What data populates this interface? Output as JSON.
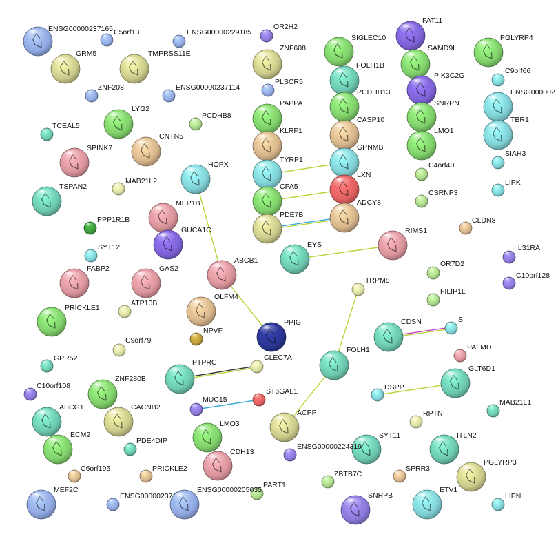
{
  "colors": {
    "green": "#7fcf6a",
    "olive": "#c9c98a",
    "tan": "#d6b48a",
    "cyan": "#7fd0d4",
    "blue": "#8fa7e0",
    "purple": "#8a78d8",
    "pink": "#d9939a",
    "red": "#e0605f",
    "darkblue": "#2a3590",
    "darkgreen": "#3c9a3a",
    "gold": "#b89a3a",
    "teal": "#6cc7ae",
    "lightgreen": "#a9d88a",
    "lightolive": "#d8dca0",
    "violet": "#7c62d6"
  },
  "network": {
    "nodes": [
      {
        "id": "ENSG00000237165",
        "label": "ENSG00000237165",
        "color": "blue",
        "size": "L",
        "structure": true
      },
      {
        "id": "C5orf13",
        "label": "C5orf13",
        "color": "blue",
        "size": "S"
      },
      {
        "id": "ENSG00000229185",
        "label": "ENSG00000229185",
        "color": "blue",
        "size": "S"
      },
      {
        "id": "OR2H2",
        "label": "OR2H2",
        "color": "purple",
        "size": "S"
      },
      {
        "id": "GRM5",
        "label": "GRM5",
        "color": "olive",
        "size": "L",
        "structure": true
      },
      {
        "id": "TMPRSS11E",
        "label": "TMPRSS11E",
        "color": "olive",
        "size": "L",
        "structure": true
      },
      {
        "id": "ZNF608",
        "label": "ZNF608",
        "color": "olive",
        "size": "L",
        "structure": true
      },
      {
        "id": "SIGLEC10",
        "label": "SIGLEC10",
        "color": "green",
        "size": "L",
        "structure": true
      },
      {
        "id": "FAT11",
        "label": "FAT11",
        "color": "violet",
        "size": "L",
        "structure": true
      },
      {
        "id": "PGLYRP4",
        "label": "PGLYRP4",
        "color": "green",
        "size": "L",
        "structure": true
      },
      {
        "id": "SAMD9L",
        "label": "SAMD9L",
        "color": "green",
        "size": "L",
        "structure": true
      },
      {
        "id": "FOLH1B",
        "label": "FOLH1B",
        "color": "teal",
        "size": "L",
        "structure": true
      },
      {
        "id": "C9orf66",
        "label": "C9orf66",
        "color": "cyan",
        "size": "S"
      },
      {
        "id": "ZNF208",
        "label": "ZNF208",
        "color": "blue",
        "size": "S"
      },
      {
        "id": "ENSG00000237114",
        "label": "ENSG00000237114",
        "color": "blue",
        "size": "S"
      },
      {
        "id": "PLSCR5",
        "label": "PLSCR5",
        "color": "blue",
        "size": "S"
      },
      {
        "id": "PIK3C2G",
        "label": "PIK3C2G",
        "color": "violet",
        "size": "L",
        "structure": true
      },
      {
        "id": "PCDHB13",
        "label": "PCDHB13",
        "color": "green",
        "size": "L",
        "structure": true
      },
      {
        "id": "ENSG000002",
        "label": "ENSG000002",
        "color": "cyan",
        "size": "L",
        "structure": true
      },
      {
        "id": "LYG2",
        "label": "LYG2",
        "color": "green",
        "size": "L",
        "structure": true
      },
      {
        "id": "PAPPA",
        "label": "PAPPA",
        "color": "green",
        "size": "L",
        "structure": true
      },
      {
        "id": "SNRPN",
        "label": "SNRPN",
        "color": "green",
        "size": "L",
        "structure": true
      },
      {
        "id": "PCDHB8",
        "label": "PCDHB8",
        "color": "lightgreen",
        "size": "S"
      },
      {
        "id": "TCEAL5",
        "label": "TCEAL5",
        "color": "teal",
        "size": "S"
      },
      {
        "id": "CASP10",
        "label": "CASP10",
        "color": "tan",
        "size": "L",
        "structure": true
      },
      {
        "id": "TBR1",
        "label": "TBR1",
        "color": "cyan",
        "size": "L",
        "structure": true
      },
      {
        "id": "CNTN5",
        "label": "CNTN5",
        "color": "tan",
        "size": "L",
        "structure": true
      },
      {
        "id": "KLRF1",
        "label": "KLRF1",
        "color": "tan",
        "size": "L",
        "structure": true
      },
      {
        "id": "LMO1",
        "label": "LMO1",
        "color": "green",
        "size": "L",
        "structure": true
      },
      {
        "id": "SPINK7",
        "label": "SPINK7",
        "color": "pink",
        "size": "L",
        "structure": true
      },
      {
        "id": "GPNMB",
        "label": "GPNMB",
        "color": "cyan",
        "size": "L",
        "structure": true
      },
      {
        "id": "SIAH3",
        "label": "SIAH3",
        "color": "cyan",
        "size": "S"
      },
      {
        "id": "TYRP1",
        "label": "TYRP1",
        "color": "cyan",
        "size": "L",
        "structure": true
      },
      {
        "id": "C4orf40",
        "label": "C4orf40",
        "color": "lightgreen",
        "size": "S"
      },
      {
        "id": "HOPX",
        "label": "HOPX",
        "color": "cyan",
        "size": "L",
        "structure": true
      },
      {
        "id": "LXN",
        "label": "LXN",
        "color": "red",
        "size": "L",
        "structure": true
      },
      {
        "id": "MAB21L2",
        "label": "MAB21L2",
        "color": "lightolive",
        "size": "S"
      },
      {
        "id": "CSRNP3",
        "label": "CSRNP3",
        "color": "lightgreen",
        "size": "S"
      },
      {
        "id": "LIPK",
        "label": "LIPK",
        "color": "cyan",
        "size": "S"
      },
      {
        "id": "TSPAN2",
        "label": "TSPAN2",
        "color": "teal",
        "size": "L",
        "structure": true
      },
      {
        "id": "CPA5",
        "label": "CPA5",
        "color": "green",
        "size": "L",
        "structure": true
      },
      {
        "id": "ADCY8",
        "label": "ADCY8",
        "color": "tan",
        "size": "L",
        "structure": true
      },
      {
        "id": "MEP1B",
        "label": "MEP1B",
        "color": "pink",
        "size": "L",
        "structure": true
      },
      {
        "id": "PDE7B",
        "label": "PDE7B",
        "color": "olive",
        "size": "L",
        "structure": true
      },
      {
        "id": "PPP1R1B",
        "label": "PPP1R1B",
        "color": "darkgreen",
        "size": "S"
      },
      {
        "id": "CLDN8",
        "label": "CLDN8",
        "color": "tan",
        "size": "S"
      },
      {
        "id": "GUCA1C",
        "label": "GUCA1C",
        "color": "violet",
        "size": "L",
        "structure": true
      },
      {
        "id": "RIMS1",
        "label": "RIMS1",
        "color": "pink",
        "size": "L",
        "structure": true
      },
      {
        "id": "EYS",
        "label": "EYS",
        "color": "teal",
        "size": "L",
        "structure": true
      },
      {
        "id": "SYT12",
        "label": "SYT12",
        "color": "cyan",
        "size": "S"
      },
      {
        "id": "IL31RA",
        "label": "IL31RA",
        "color": "purple",
        "size": "S"
      },
      {
        "id": "ABCB1",
        "label": "ABCB1",
        "color": "pink",
        "size": "L",
        "structure": true
      },
      {
        "id": "FABP2",
        "label": "FABP2",
        "color": "pink",
        "size": "L",
        "structure": true
      },
      {
        "id": "GAS2",
        "label": "GAS2",
        "color": "pink",
        "size": "L",
        "structure": true
      },
      {
        "id": "OR7D2",
        "label": "OR7D2",
        "color": "lightgreen",
        "size": "S"
      },
      {
        "id": "C10orf128",
        "label": "C10orf128",
        "color": "purple",
        "size": "S"
      },
      {
        "id": "TRPM8",
        "label": "TRPM8",
        "color": "lightolive",
        "size": "S"
      },
      {
        "id": "OLFM4",
        "label": "OLFM4",
        "color": "tan",
        "size": "L",
        "structure": true
      },
      {
        "id": "ATP10B",
        "label": "ATP10B",
        "color": "lightolive",
        "size": "S"
      },
      {
        "id": "FILIP1L",
        "label": "FILIP1L",
        "color": "lightgreen",
        "size": "S"
      },
      {
        "id": "PRICKLE1",
        "label": "PRICKLE1",
        "color": "green",
        "size": "L",
        "structure": true
      },
      {
        "id": "PPIG",
        "label": "PPIG",
        "color": "darkblue",
        "size": "L",
        "structure": true
      },
      {
        "id": "CDSN",
        "label": "CDSN",
        "color": "teal",
        "size": "L",
        "structure": true
      },
      {
        "id": "S",
        "label": "S",
        "color": "cyan",
        "size": "S"
      },
      {
        "id": "NPVF",
        "label": "NPVF",
        "color": "gold",
        "size": "S"
      },
      {
        "id": "C9orf79",
        "label": "C9orf79",
        "color": "lightolive",
        "size": "S"
      },
      {
        "id": "FOLH1",
        "label": "FOLH1",
        "color": "teal",
        "size": "L",
        "structure": true
      },
      {
        "id": "PALMD",
        "label": "PALMD",
        "color": "pink",
        "size": "S"
      },
      {
        "id": "GPR52",
        "label": "GPR52",
        "color": "teal",
        "size": "S"
      },
      {
        "id": "PTPRC",
        "label": "PTPRC",
        "color": "teal",
        "size": "L",
        "structure": true
      },
      {
        "id": "CLEC7A",
        "label": "CLEC7A",
        "color": "lightolive",
        "size": "S"
      },
      {
        "id": "GLT6D1",
        "label": "GLT6D1",
        "color": "teal",
        "size": "L",
        "structure": true
      },
      {
        "id": "ZNF280B",
        "label": "ZNF280B",
        "color": "green",
        "size": "L",
        "structure": true
      },
      {
        "id": "C10orf108",
        "label": "C10orf108",
        "color": "purple",
        "size": "S"
      },
      {
        "id": "ST6GAL1",
        "label": "ST6GAL1",
        "color": "red",
        "size": "S"
      },
      {
        "id": "DSPP",
        "label": "DSPP",
        "color": "cyan",
        "size": "S"
      },
      {
        "id": "MUC15",
        "label": "MUC15",
        "color": "purple",
        "size": "S"
      },
      {
        "id": "MAB21L1",
        "label": "MAB21L1",
        "color": "teal",
        "size": "S"
      },
      {
        "id": "ABCG1",
        "label": "ABCG1",
        "color": "teal",
        "size": "L",
        "structure": true
      },
      {
        "id": "CACNB2",
        "label": "CACNB2",
        "color": "olive",
        "size": "L",
        "structure": true
      },
      {
        "id": "ACPP",
        "label": "ACPP",
        "color": "olive",
        "size": "L",
        "structure": true
      },
      {
        "id": "RPTN",
        "label": "RPTN",
        "color": "lightolive",
        "size": "S"
      },
      {
        "id": "ECM2",
        "label": "ECM2",
        "color": "green",
        "size": "L",
        "structure": true
      },
      {
        "id": "LMO3",
        "label": "LMO3",
        "color": "green",
        "size": "L",
        "structure": true
      },
      {
        "id": "SYT11",
        "label": "SYT11",
        "color": "teal",
        "size": "L",
        "structure": true
      },
      {
        "id": "ITLN2",
        "label": "ITLN2",
        "color": "teal",
        "size": "L",
        "structure": true
      },
      {
        "id": "PDE4DIP",
        "label": "PDE4DIP",
        "color": "teal",
        "size": "S"
      },
      {
        "id": "ENSG00000224319",
        "label": "ENSG00000224319",
        "color": "purple",
        "size": "S"
      },
      {
        "id": "CDH13",
        "label": "CDH13",
        "color": "pink",
        "size": "L",
        "structure": true
      },
      {
        "id": "C6orf195",
        "label": "C6orf195",
        "color": "tan",
        "size": "S"
      },
      {
        "id": "PRICKLE2",
        "label": "PRICKLE2",
        "color": "tan",
        "size": "S"
      },
      {
        "id": "PGLYRP3",
        "label": "PGLYRP3",
        "color": "olive",
        "size": "L",
        "structure": true
      },
      {
        "id": "ZBTB7C",
        "label": "ZBTB7C",
        "color": "lightgreen",
        "size": "S"
      },
      {
        "id": "SPRR3",
        "label": "SPRR3",
        "color": "tan",
        "size": "S"
      },
      {
        "id": "PART1",
        "label": "PART1",
        "color": "lightgreen",
        "size": "S"
      },
      {
        "id": "MEF2C",
        "label": "MEF2C",
        "color": "blue",
        "size": "L",
        "structure": true
      },
      {
        "id": "ENSG00000237123",
        "label": "ENSG00000237123",
        "color": "blue",
        "size": "S"
      },
      {
        "id": "ENSG00000205035",
        "label": "ENSG00000205035",
        "color": "blue",
        "size": "L",
        "structure": true
      },
      {
        "id": "SNRPB",
        "label": "SNRPB",
        "color": "purple",
        "size": "L",
        "structure": true
      },
      {
        "id": "ETV1",
        "label": "ETV1",
        "color": "cyan",
        "size": "L",
        "structure": true
      },
      {
        "id": "LIPN",
        "label": "LIPN",
        "color": "cyan",
        "size": "S"
      }
    ],
    "edges": [
      {
        "source": "HOPX",
        "target": "ABCB1",
        "colors": [
          "#b6d63a"
        ]
      },
      {
        "source": "ABCB1",
        "target": "PPIG",
        "colors": [
          "#b6d63a"
        ]
      },
      {
        "source": "TYRP1",
        "target": "GPNMB",
        "colors": [
          "#b6d63a"
        ]
      },
      {
        "source": "CPA5",
        "target": "LXN",
        "colors": [
          "#b6d63a"
        ]
      },
      {
        "source": "PDE7B",
        "target": "ADCY8",
        "colors": [
          "#3aaad8",
          "#b6d63a"
        ]
      },
      {
        "source": "EYS",
        "target": "RIMS1",
        "colors": [
          "#b6d63a"
        ]
      },
      {
        "source": "TRPM8",
        "target": "FOLH1",
        "colors": [
          "#b6d63a"
        ]
      },
      {
        "source": "FOLH1",
        "target": "ACPP",
        "colors": [
          "#b6d63a"
        ]
      },
      {
        "source": "CDSN",
        "target": "S",
        "colors": [
          "#cc3acc",
          "#b6d63a"
        ]
      },
      {
        "source": "PTPRC",
        "target": "CLEC7A",
        "colors": [
          "#333333",
          "#b6d63a"
        ]
      },
      {
        "source": "DSPP",
        "target": "GLT6D1",
        "colors": [
          "#b6d63a"
        ]
      },
      {
        "source": "MUC15",
        "target": "ST6GAL1",
        "colors": [
          "#3aaad8"
        ]
      }
    ]
  }
}
